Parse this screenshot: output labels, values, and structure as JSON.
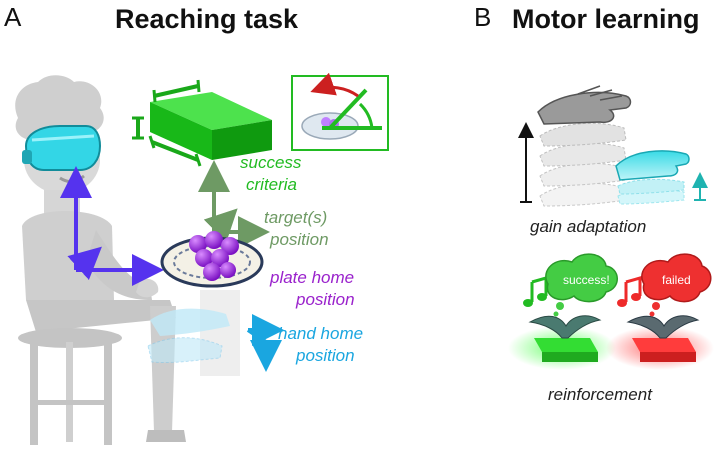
{
  "panels": {
    "a": {
      "letter": "A",
      "title": "Reaching task",
      "labels": {
        "success_line1": "success",
        "success_line2": "criteria",
        "target_line1": "target(s)",
        "target_line2": "position",
        "plate_line1": "plate home",
        "plate_line2": "position",
        "hand_line1": "hand home",
        "hand_line2": "position"
      }
    },
    "b": {
      "letter": "B",
      "title": "Motor learning",
      "labels": {
        "gain": "gain adaptation",
        "reinforcement": "reinforcement",
        "success_bubble": "success!",
        "failed_bubble": "failed"
      }
    }
  },
  "colors": {
    "success": "#22bb22",
    "target": "#6e9a64",
    "plate": "#9a22cc",
    "hand": "#1aa6e0",
    "body_axis": "#5533ee",
    "headset": "#33d6e6",
    "figure": "#cfcfcf",
    "failed": "#ee2a2a"
  },
  "icons": [
    "vr-headset-icon",
    "grapes-icon",
    "rotation-angle-icon",
    "music-note-icon",
    "bird-icon"
  ]
}
